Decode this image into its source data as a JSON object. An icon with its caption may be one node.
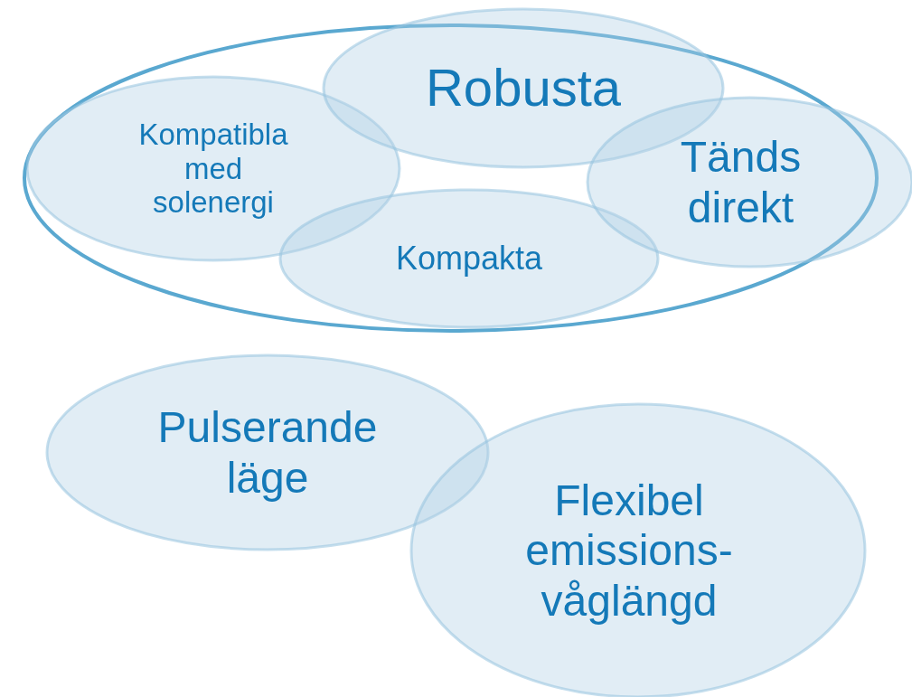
{
  "diagram": {
    "nodes": [
      {
        "text": [],
        "shape": "ellipse"
      },
      {
        "text": [
          "Robusta"
        ]
      },
      {
        "text": [
          "Kompatibla med solenergi"
        ],
        "in": 0
      },
      {
        "text": [
          "Tänds direkt"
        ]
      },
      {
        "text": [
          "Kompakta"
        ],
        "in": 0
      },
      {
        "text": [
          "Pulserande läge"
        ]
      },
      {
        "text": [
          "Flexibel emissions- våglängd"
        ]
      }
    ]
  }
}
